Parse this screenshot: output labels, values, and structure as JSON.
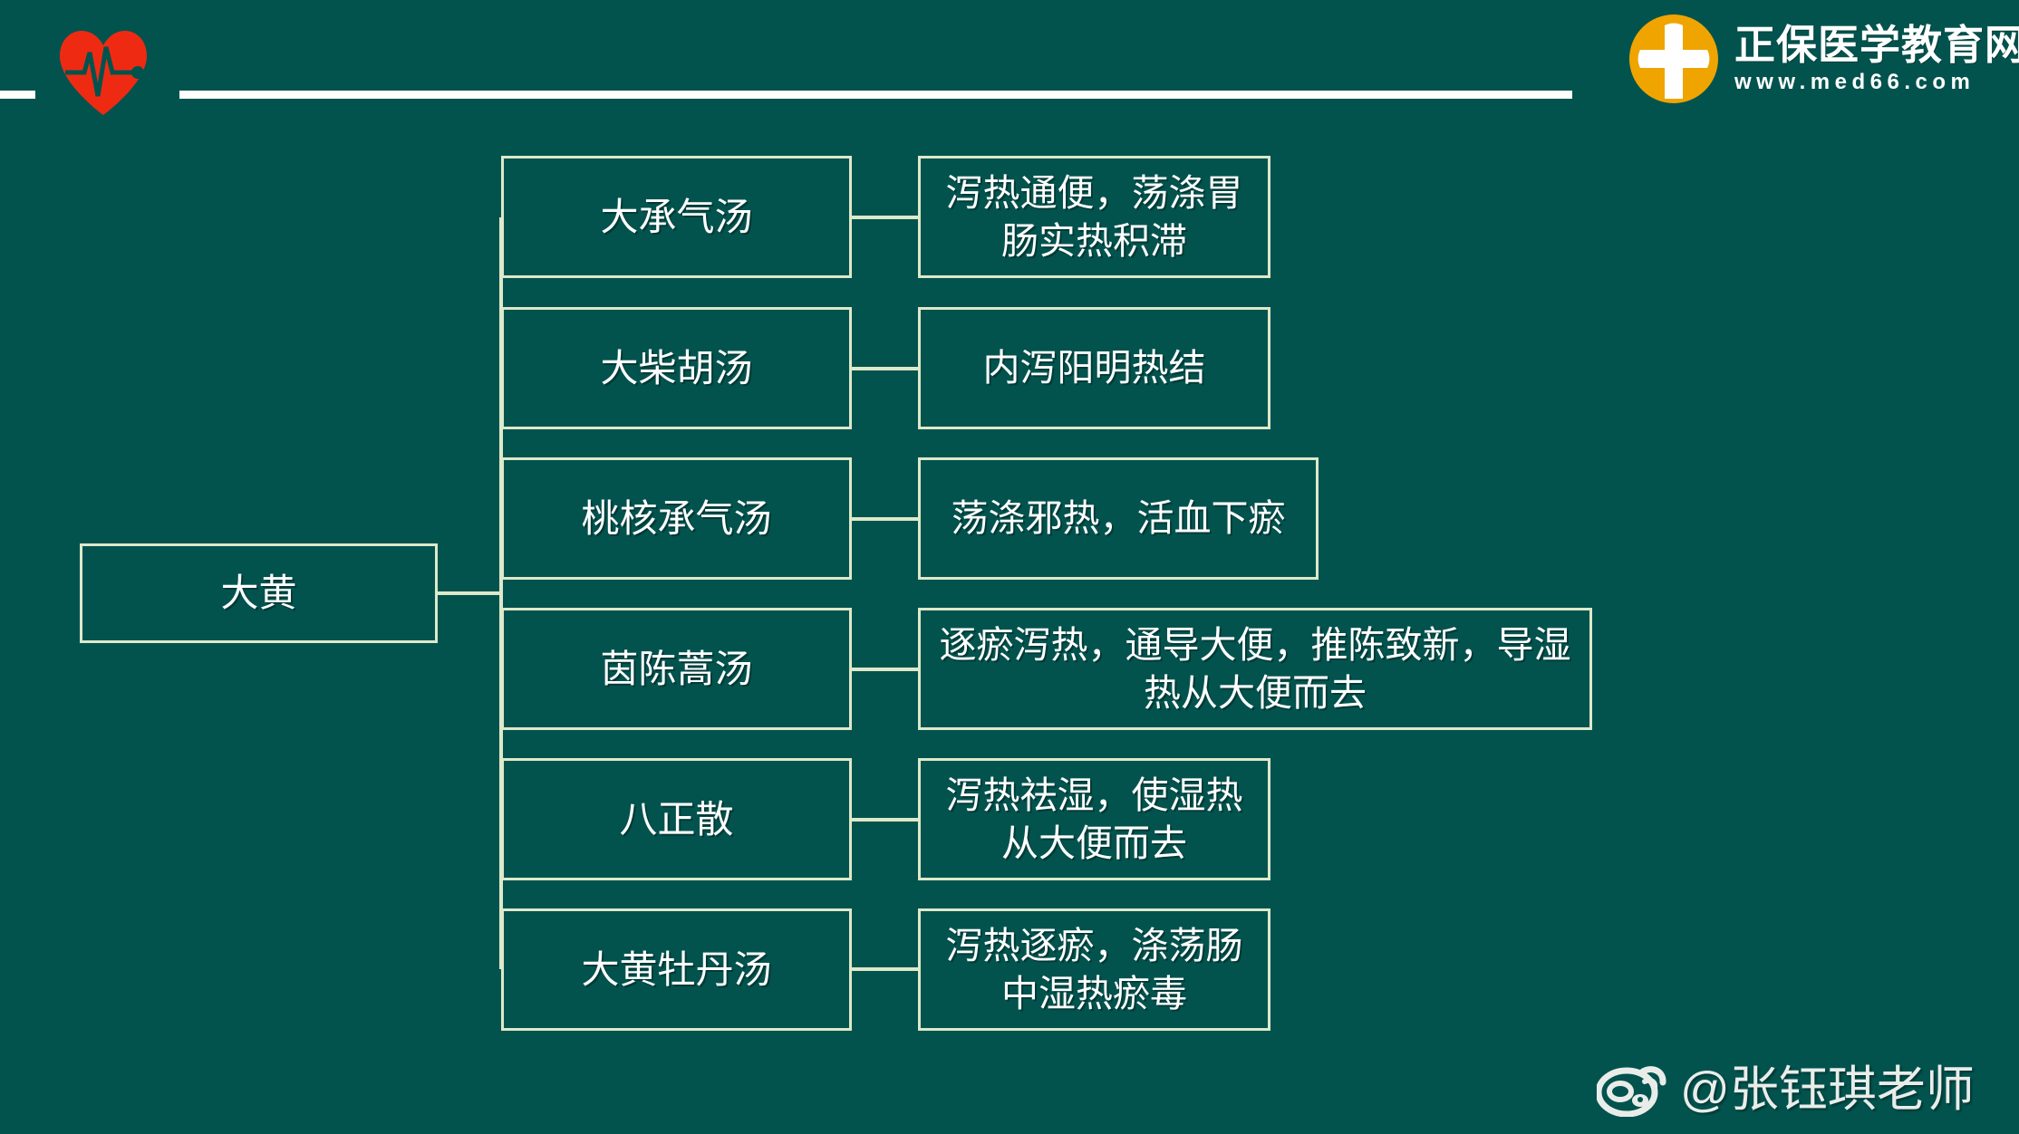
{
  "page": {
    "background_color": "#02534E",
    "border_color": "#DDE9CA",
    "text_color": "#FFFFFF",
    "accent_color": "#F0A400",
    "heart_color": "#EE2B12"
  },
  "header": {
    "heart_icon": "heart-ecg-icon",
    "rule_short": "",
    "rule_long": ""
  },
  "brand": {
    "mark_icon": "cross-circle-logo-icon",
    "name": "正保医学教育网",
    "url": "www.med66.com"
  },
  "diagram": {
    "type": "tree",
    "root": {
      "label": "大黄"
    },
    "branches": [
      {
        "herb": "大承气汤",
        "effect": "泻热通便，荡涤胃肠实热积滞"
      },
      {
        "herb": "大柴胡汤",
        "effect": "内泻阳明热结"
      },
      {
        "herb": "桃核承气汤",
        "effect": "荡涤邪热，活血下瘀"
      },
      {
        "herb": "茵陈蒿汤",
        "effect": "逐瘀泻热，通导大便，推陈致新，导湿热从大便而去"
      },
      {
        "herb": "八正散",
        "effect": "泻热祛湿，使湿热从大便而去"
      },
      {
        "herb": "大黄牡丹汤",
        "effect": "泻热逐瘀，涤荡肠中湿热瘀毒"
      }
    ]
  },
  "watermark": {
    "icon": "weibo-icon",
    "handle": "@张钰琪老师"
  }
}
